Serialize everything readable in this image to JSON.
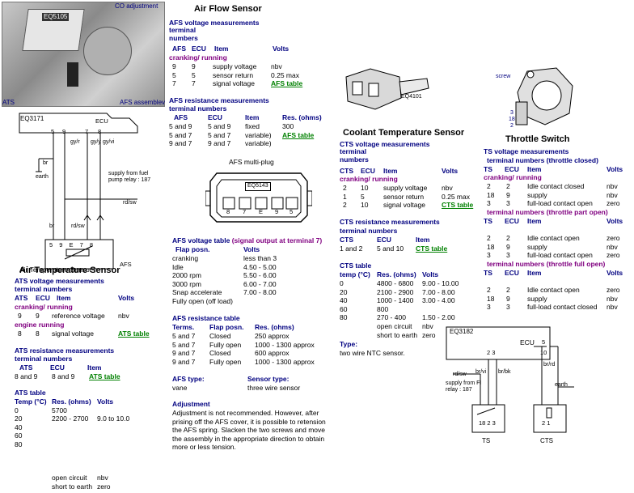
{
  "afs_photo": {
    "labels": {
      "eq": "EQ5105",
      "co": "CO adjustment",
      "ats": "ATS",
      "afs_assembly": "AFS assemblev"
    }
  },
  "afs_diagram": {
    "eq": "EQ3171",
    "ecu": "ECU",
    "top_pins": [
      "5",
      "9",
      "7",
      "8"
    ],
    "wires": [
      "br",
      "gy/r",
      "gy/y",
      "gy/vi"
    ],
    "earth": "earth",
    "supply": "supply from fuel pump relay : 187",
    "rdsw": "rd/sw",
    "br2": "br",
    "rdsw2": "rd/sw",
    "bottom_pins": [
      "5",
      "9",
      "E",
      "7",
      "8"
    ],
    "afs": "AFS"
  },
  "air_flow": {
    "title": "Air Flow Sensor",
    "volt_title": "AFS voltage measurements",
    "terminal_numbers": "terminal numbers",
    "hdr": [
      "AFS",
      "ECU",
      "Item",
      "Volts"
    ],
    "cranking": "cranking/ running",
    "volt_rows": [
      [
        "9",
        "9",
        "supply voltage",
        "nbv"
      ],
      [
        "5",
        "5",
        "sensor return",
        "0.25 max"
      ],
      [
        "7",
        "7",
        "signal voltage",
        "AFS table"
      ]
    ],
    "res_title": "AFS resistance measurements",
    "res_hdr": [
      "AFS",
      "ECU",
      "Item",
      "Res. (ohms)"
    ],
    "res_rows": [
      [
        "5 and 9",
        "5 and 9",
        "fixed",
        "300"
      ],
      [
        "5 and 7",
        "5 and 7",
        "variable)",
        "AFS table"
      ],
      [
        "9 and 7",
        "9 and 7",
        "variable)",
        ""
      ]
    ],
    "plug_title": "AFS multi-plug",
    "plug_eq": "EQ5143",
    "plug_pins": [
      "8",
      "7",
      "E",
      "9",
      "5"
    ],
    "vt_title": "AFS voltage table",
    "vt_sub": "(signal output at terminal 7)",
    "vt_hdr": [
      "Flap posn.",
      "Volts"
    ],
    "vt_rows": [
      [
        "cranking",
        "less than 3"
      ],
      [
        "Idle",
        "4.50 - 5.00"
      ],
      [
        "2000 rpm",
        "5.50 - 6.00"
      ],
      [
        "3000 rpm",
        "6.00 - 7.00"
      ],
      [
        "Snap accelerate",
        "7.00 - 8.00"
      ],
      [
        "Fully open (off load)",
        ""
      ]
    ],
    "rt_title": "AFS resistance table",
    "rt_hdr": [
      "Terms.",
      "Flap posn.",
      "Res. (ohms)"
    ],
    "rt_rows": [
      [
        "5 and 7",
        "Closed",
        "250 approx"
      ],
      [
        "5 and 7",
        "Fully open",
        "1000 - 1300 approx"
      ],
      [
        "9 and 7",
        "Closed",
        "600 approx"
      ],
      [
        "9 and 7",
        "Fully open",
        "1000 - 1300 approx"
      ]
    ],
    "type_label": "AFS type:",
    "type_val": "vane",
    "stype_label": "Sensor type:",
    "stype_val": "three wire sensor",
    "adj_title": "Adjustment",
    "adj_text": "Adjustment is not recommended. However, after prising off the AFS cover, it is possible to retension the AFS spring. Slacken the two screws and move the assembly in the appropriate direction to obtain more or less tension."
  },
  "air_temp": {
    "title": "Air Temperature Sensor",
    "volt_title": "ATS voltage measurements",
    "terminal_numbers": "terminal numbers",
    "hdr": [
      "ATS",
      "ECU",
      "Item",
      "Volts"
    ],
    "cranking": "cranking/ running",
    "row1": [
      "9",
      "9",
      "reference voltage",
      "nbv"
    ],
    "engine": "engine running",
    "row2": [
      "8",
      "8",
      "signal voltage",
      "ATS table"
    ],
    "res_title": "ATS resistance measurements",
    "res_hdr": [
      "ATS",
      "ECU",
      "Item"
    ],
    "res_row": [
      "8 and 9",
      "8 and 9",
      "ATS table"
    ],
    "table_title": "ATS table",
    "table_hdr": [
      "Temp (°C)",
      "Res. (ohms)",
      "Volts"
    ],
    "table_rows": [
      [
        "0",
        "5700",
        ""
      ],
      [
        "20",
        "2200 - 2700",
        "9.0 to 10.0"
      ],
      [
        "40",
        "",
        ""
      ],
      [
        "60",
        "",
        ""
      ],
      [
        "80",
        "",
        ""
      ]
    ],
    "oc": [
      "open circuit",
      "nbv"
    ],
    "ste": [
      "short to earth",
      "zero"
    ]
  },
  "coolant": {
    "photo_eq": "EQ4101",
    "title": "Coolant Temperature Sensor",
    "volt_title": "CTS voltage measurements",
    "terminal_numbers": "terminal numbers",
    "hdr": [
      "CTS",
      "ECU",
      "Item",
      "Volts"
    ],
    "cranking": "cranking/ running",
    "volt_rows": [
      [
        "2",
        "10",
        "supply voltage",
        "nbv"
      ],
      [
        "1",
        "5",
        "sensor return",
        "0.25 max"
      ],
      [
        "2",
        "10",
        "signal voltage",
        "CTS table"
      ]
    ],
    "res_title": "CTS resistance measurements",
    "res_hdr": [
      "CTS",
      "ECU",
      "Item"
    ],
    "res_row": [
      "1 and 2",
      "5 and 10",
      "CTS table"
    ],
    "table_title": "CTS table",
    "table_hdr": [
      "temp (°C)",
      "Res. (ohms)",
      "Volts"
    ],
    "table_rows": [
      [
        "0",
        "4800 - 6800",
        "9.00 - 10.00"
      ],
      [
        "20",
        "2100 - 2900",
        "7.00 - 8.00"
      ],
      [
        "40",
        "1000 - 1400",
        "3.00 - 4.00"
      ],
      [
        "60",
        "800",
        ""
      ],
      [
        "80",
        "270 - 400",
        "1.50 - 2.00"
      ]
    ],
    "oc": [
      "open circuit",
      "nbv"
    ],
    "ste": [
      "short to earth",
      "zero"
    ],
    "type_label": "Type:",
    "type_val": "two wire NTC sensor."
  },
  "throttle": {
    "title": "Throttle Switch",
    "screw": "screw",
    "pins": [
      "3",
      "18",
      "2"
    ],
    "volt_title": "TS voltage measurements",
    "tn_closed": "terminal numbers (throttle closed)",
    "hdr": [
      "TS",
      "ECU",
      "Item",
      "Volts"
    ],
    "cranking": "cranking/ running",
    "rows_closed": [
      [
        "2",
        "2",
        "Idle contact closed",
        "nbv"
      ],
      [
        "18",
        "9",
        "supply",
        "nbv"
      ],
      [
        "3",
        "3",
        "full-load contact open",
        "zero"
      ]
    ],
    "tn_part": "terminal numbers (throttle part open)",
    "rows_part": [
      [
        "2",
        "2",
        "Idle contact open",
        "zero"
      ],
      [
        "18",
        "9",
        "supply",
        "nbv"
      ],
      [
        "3",
        "3",
        "full-load contact open",
        "zero"
      ]
    ],
    "tn_full": "terminal numbers (throttle full open)",
    "rows_full": [
      [
        "2",
        "2",
        "Idle contact open",
        "zero"
      ],
      [
        "18",
        "9",
        "supply",
        "nbv"
      ],
      [
        "3",
        "3",
        "full-load contact closed",
        "nbv"
      ]
    ]
  },
  "ecu_diagram": {
    "eq": "EQ3182",
    "ecu": "ECU",
    "pins_23": "2 3",
    "pin5": "5",
    "pin10": "10",
    "brvi": "br/vi",
    "brbk": "br/bk",
    "brrd": "br/rd",
    "rdsw": "rd/sw",
    "supply": "supply from FI relay : 187",
    "earth": "earth",
    "ts_pins": "18 2 3",
    "cts_pins": "2 1",
    "ts": "TS",
    "cts": "CTS"
  }
}
